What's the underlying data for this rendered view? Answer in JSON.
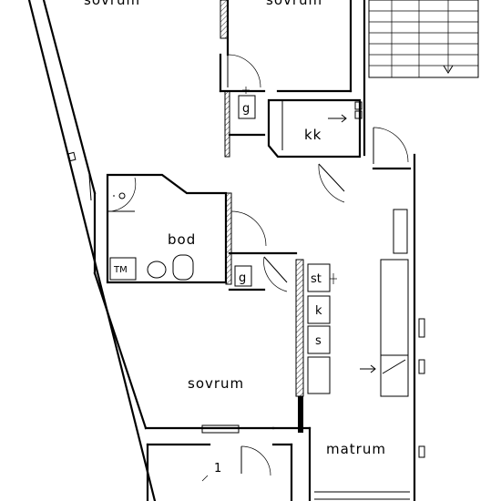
{
  "rooms": {
    "sovrum_top_left": "sovrum",
    "sovrum_top_right": "sovrum",
    "kk": "kk",
    "bod": "bod",
    "sovrum_main": "sovrum",
    "matrum": "matrum"
  },
  "fixtures": {
    "g_top": "g",
    "g_mid": "g",
    "tm": "TM",
    "st": "st",
    "k": "k",
    "s": "s",
    "stair_mark": "1"
  }
}
